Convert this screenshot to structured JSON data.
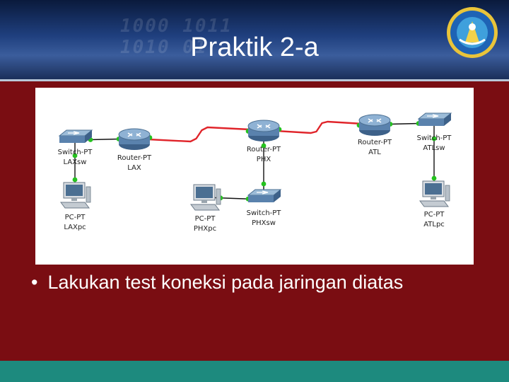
{
  "slide": {
    "title": "Praktik 2-a",
    "bullet": "Lakukan test koneksi pada jaringan diatas",
    "header_decoration": "1000 1011\n1010 01"
  },
  "diagram": {
    "devices": [
      {
        "id": "LAXsw",
        "type": "switch",
        "label1": "Switch-PT",
        "label2": "LAXsw"
      },
      {
        "id": "LAXpc",
        "type": "pc",
        "label1": "PC-PT",
        "label2": "LAXpc"
      },
      {
        "id": "LAX",
        "type": "router",
        "label1": "Router-PT",
        "label2": "LAX"
      },
      {
        "id": "PHX",
        "type": "router",
        "label1": "Router-PT",
        "label2": "PHX"
      },
      {
        "id": "PHXpc",
        "type": "pc",
        "label1": "PC-PT",
        "label2": "PHXpc"
      },
      {
        "id": "PHXsw",
        "type": "switch",
        "label1": "Switch-PT",
        "label2": "PHXsw"
      },
      {
        "id": "ATL",
        "type": "router",
        "label1": "Router-PT",
        "label2": "ATL"
      },
      {
        "id": "ATLsw",
        "type": "switch",
        "label1": "Switch-PT",
        "label2": "ATLsw"
      },
      {
        "id": "ATLpc",
        "type": "pc",
        "label1": "PC-PT",
        "label2": "ATLpc"
      }
    ],
    "links": [
      {
        "from": "LAXsw",
        "to": "LAX",
        "kind": "ethernet"
      },
      {
        "from": "LAXsw",
        "to": "LAXpc",
        "kind": "ethernet"
      },
      {
        "from": "LAX",
        "to": "PHX",
        "kind": "serial"
      },
      {
        "from": "PHX",
        "to": "ATL",
        "kind": "serial"
      },
      {
        "from": "PHX",
        "to": "PHXsw",
        "kind": "ethernet"
      },
      {
        "from": "PHXsw",
        "to": "PHXpc",
        "kind": "ethernet"
      },
      {
        "from": "ATL",
        "to": "ATLsw",
        "kind": "ethernet"
      },
      {
        "from": "ATLsw",
        "to": "ATLpc",
        "kind": "ethernet"
      }
    ],
    "colors": {
      "ethernet": "#111111",
      "serial": "#e0242a",
      "port_up": "#25c21f",
      "device_blue": "#4b6f92",
      "slide_body": "#7a0d12",
      "footer": "#1d8a7e"
    }
  }
}
